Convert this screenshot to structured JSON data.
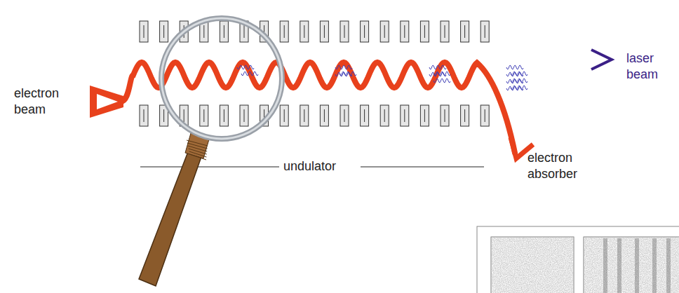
{
  "diagram": {
    "labels": [
      "electron beam",
      "undulator",
      "electron absorber",
      "laser beam"
    ]
  }
}
